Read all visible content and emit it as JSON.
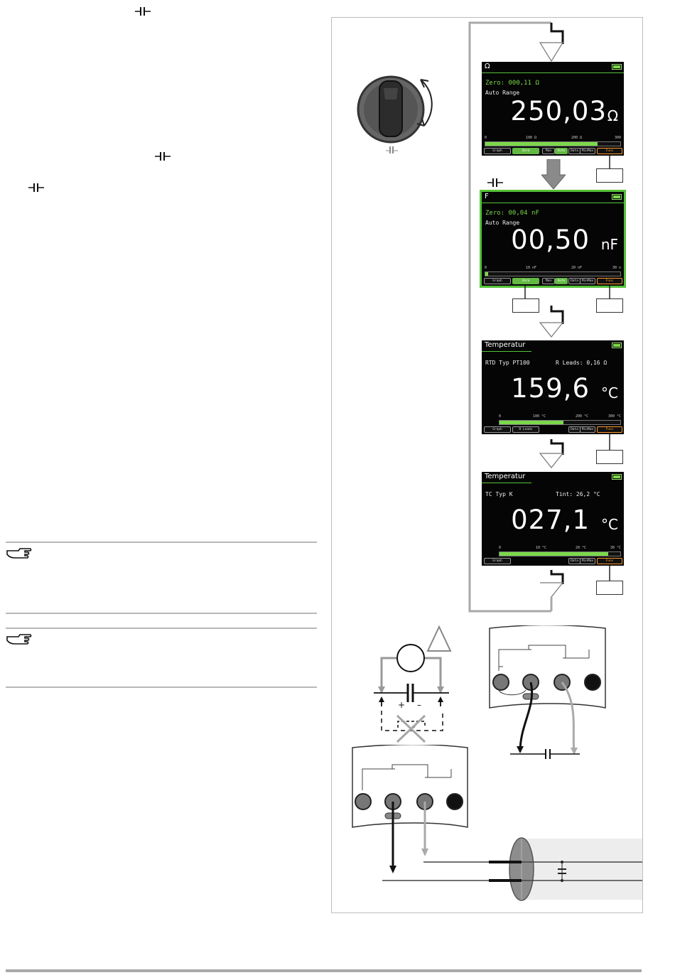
{
  "screens": [
    {
      "title": "Ω",
      "zero": "Zero: 000,11 Ω",
      "range": "Auto Range",
      "value": "250,03",
      "unit": "Ω",
      "bar_labels": [
        "0",
        "100 Ω",
        "200 Ω",
        "300"
      ],
      "bar_fill_fraction": 0.83,
      "softkeys": [
        "Graph",
        "Zero",
        "Man",
        "Auto",
        "Data",
        "MinMax",
        "Func"
      ],
      "active": false
    },
    {
      "title": "F",
      "zero": "Zero: 00,04 nF",
      "range": "Auto Range",
      "value": "00,50",
      "unit": "nF",
      "bar_labels": [
        "0",
        "10 nF",
        "20 nF",
        "30 n"
      ],
      "bar_fill_fraction": 0.02,
      "softkeys": [
        "Graph",
        "Zero",
        "Man",
        "Auto",
        "Data",
        "MinMax",
        "Func"
      ],
      "active": true
    },
    {
      "title": "Temperatur",
      "line1_left": "RTD Typ PT100",
      "line1_right": "R Leads: 0,16 Ω",
      "value": "159,6",
      "unit": "°C",
      "bar_labels": [
        "0",
        "100 °C",
        "200 °C",
        "300 °C"
      ],
      "bar_fill_fraction": 0.53,
      "softkeys": [
        "Graph",
        "R Leads",
        "Data",
        "MinMax",
        "Func"
      ],
      "active": false
    },
    {
      "title": "Temperatur",
      "line1_left": "TC Typ K",
      "line1_right": "Tint: 26,2 °C",
      "value": "027,1",
      "unit": "°C",
      "bar_labels": [
        "0",
        "10 °C",
        "20 °C",
        "30 °C"
      ],
      "bar_fill_fraction": 0.9,
      "softkeys": [
        "Graph",
        "Data",
        "MinMax",
        "Func"
      ],
      "active": false
    }
  ],
  "diagram": {
    "polarity_plus": "+",
    "polarity_minus": "–"
  },
  "colors": {
    "screen_bg": "#050505",
    "accent_green": "#7bd84a",
    "func_orange": "#ff9b2f",
    "flow_gray": "#a8a8a8"
  }
}
